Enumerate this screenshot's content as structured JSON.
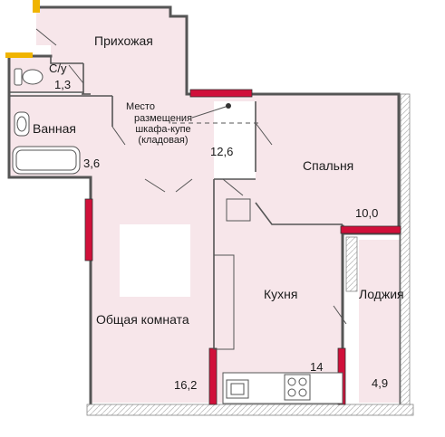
{
  "rooms": {
    "hallway": {
      "name": "Прихожая",
      "area": "12,6"
    },
    "wc": {
      "name": "С/у",
      "area": "1,3"
    },
    "bathroom": {
      "name": "Ванная",
      "area": "3,6"
    },
    "bedroom": {
      "name": "Спальня",
      "area": "10,0"
    },
    "living": {
      "name": "Общая комната",
      "area": "16,2"
    },
    "kitchen": {
      "name": "Кухня",
      "area": "14"
    },
    "loggia": {
      "name": "Лоджия",
      "area": "4,9"
    }
  },
  "wardrobe_note": [
    "Место",
    "размещения",
    "шкафа-купе",
    "(кладовая)"
  ],
  "colors": {
    "floor": "#f7e6ea",
    "wall": "#555555",
    "window": "#d0103a",
    "entry": "#f0b400",
    "grid": "#cfcfcf"
  }
}
